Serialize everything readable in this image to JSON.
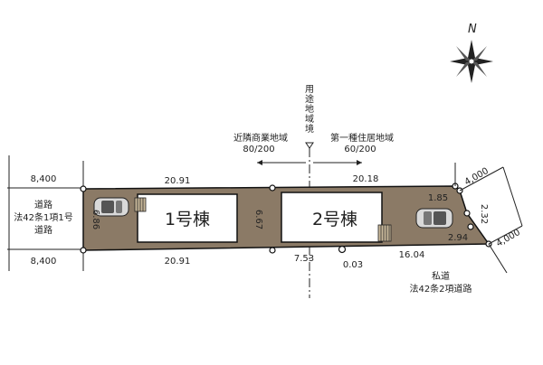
{
  "compass": {
    "label": "N"
  },
  "zoning": {
    "divider_label": "用途地域境",
    "left": {
      "name": "近隣商業地域",
      "ratio": "80/200"
    },
    "right": {
      "name": "第一種住居地域",
      "ratio": "60/200"
    }
  },
  "buildings": [
    {
      "label": "1号棟"
    },
    {
      "label": "2号棟"
    }
  ],
  "roads": {
    "west": {
      "line1": "道路",
      "line2": "法42条1項1号",
      "line3": "道路"
    },
    "east": {
      "line1": "私道",
      "line2": "法42条2項道路"
    }
  },
  "dimensions": {
    "west_road_top": "8,400",
    "west_road_bottom": "8,400",
    "top_left": "20.91",
    "top_right": "20.18",
    "bottom_left": "20.91",
    "west_depth": "6.86",
    "middle_depth": "6.67",
    "bottom_middle": "7.53",
    "bottom_small": "0.03",
    "bottom_right": "16.04",
    "east_top": "1.85",
    "east_mid": "2.32",
    "east_bottom": "2.94",
    "east_road_top": "4,000",
    "east_road_bottom": "4,000"
  },
  "colors": {
    "lot_fill": "#8b7a66",
    "building_fill": "#ffffff",
    "outline": "#111111"
  }
}
